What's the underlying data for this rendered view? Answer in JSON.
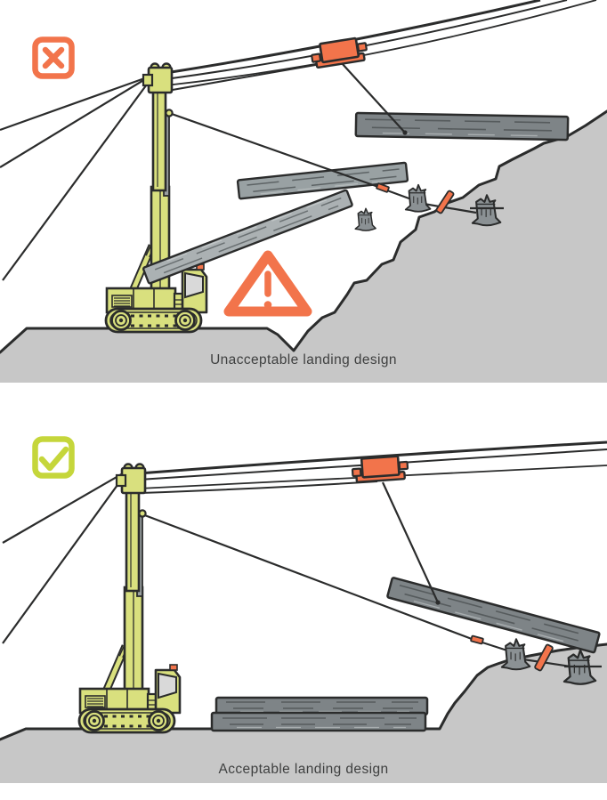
{
  "figure": {
    "title_visible_text": [],
    "panels": [
      {
        "id": "unacceptable",
        "caption": "Unacceptable landing design",
        "status_icon": "x-mark-icon",
        "status_icon_color": "#F2744B",
        "elements": [
          "tower-yarder",
          "skyline-carriage",
          "warning-triangle",
          "scattered-logs",
          "stumps",
          "guylines",
          "hillside"
        ]
      },
      {
        "id": "acceptable",
        "caption": "Acceptable landing design",
        "status_icon": "check-mark-icon",
        "status_icon_color": "#C5D63B",
        "elements": [
          "tower-yarder",
          "skyline-carriage",
          "suspended-log",
          "stacked-log-deck",
          "stumps",
          "guylines",
          "hillside"
        ]
      }
    ],
    "colors": {
      "orange_accent": "#F2744B",
      "machine_green": "#D9E07E",
      "check_green": "#C5D63B",
      "ground_gray": "#C7C7C7",
      "log_dark_gray": "#7E8487",
      "log_medium_gray": "#99A1A3",
      "log_light_gray": "#ABB1B3",
      "stump_gray": "#8B9194",
      "outline": "#2B2C2C",
      "caption_text": "#3F4040",
      "window_gray": "#D9D9D9"
    }
  }
}
